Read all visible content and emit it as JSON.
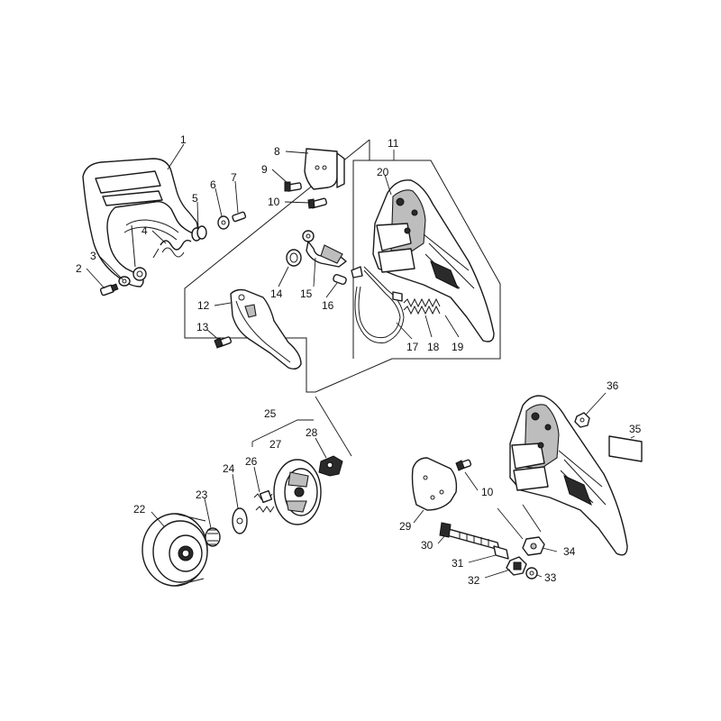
{
  "callouts": [
    "1",
    "2",
    "3",
    "4",
    "5",
    "6",
    "7",
    "8",
    "9",
    "10",
    "11",
    "12",
    "13",
    "14",
    "15",
    "16",
    "17",
    "18",
    "19",
    "20",
    "22",
    "23",
    "24",
    "25",
    "26",
    "27",
    "28",
    "10",
    "29",
    "30",
    "31",
    "32",
    "33",
    "34",
    "35",
    "36"
  ]
}
